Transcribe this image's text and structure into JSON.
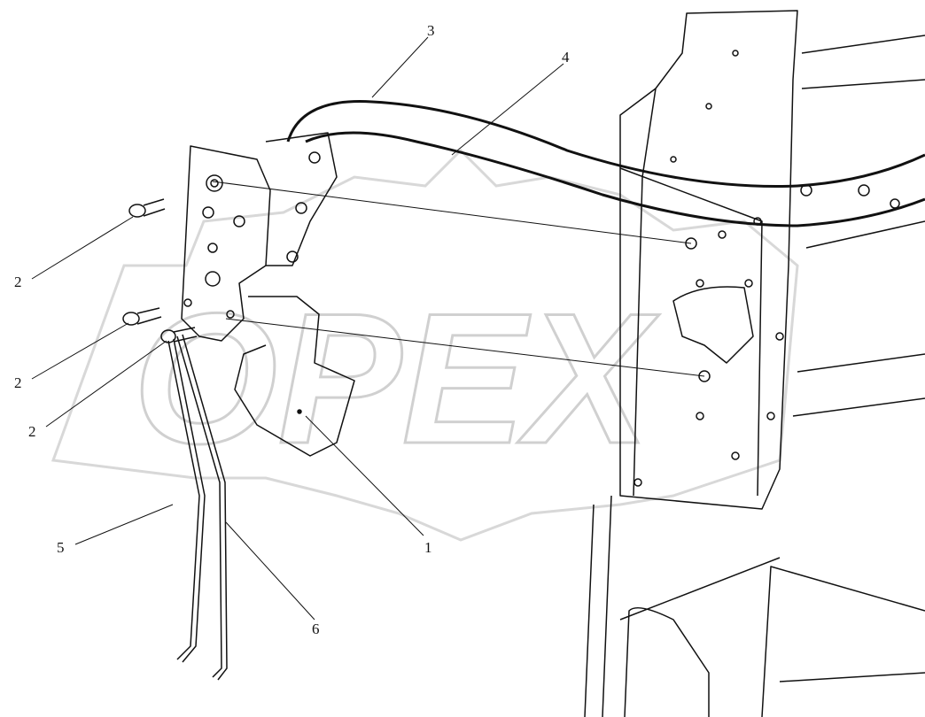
{
  "diagram": {
    "watermark": "OPEX",
    "callouts": [
      {
        "id": "c3",
        "label": "3"
      },
      {
        "id": "c4",
        "label": "4"
      },
      {
        "id": "c2a",
        "label": "2"
      },
      {
        "id": "c2b",
        "label": "2"
      },
      {
        "id": "c2c",
        "label": "2"
      },
      {
        "id": "c5",
        "label": "5"
      },
      {
        "id": "c6",
        "label": "6"
      },
      {
        "id": "c1",
        "label": "1"
      }
    ],
    "colors": {
      "line": "#111111",
      "watermark": "#dcdcdc"
    }
  }
}
